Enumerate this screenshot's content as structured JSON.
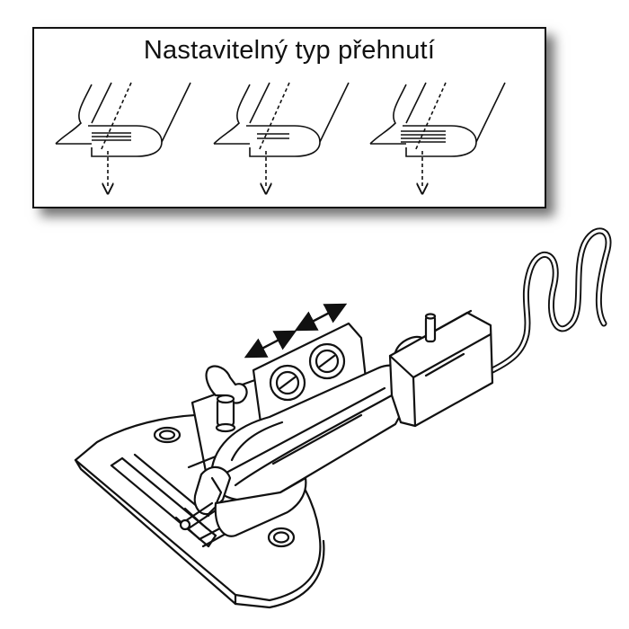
{
  "panel": {
    "title": "Nastavitelný typ přehnutí",
    "variants": [
      {
        "id": "fold-variant-1",
        "fold_layers": 3
      },
      {
        "id": "fold-variant-2",
        "fold_layers": 2
      },
      {
        "id": "fold-variant-3",
        "fold_layers": 4
      }
    ]
  },
  "illustration": {
    "subject": "binder-attachment",
    "arrow_count": 2,
    "screw_count": 2
  },
  "colors": {
    "line": "#111111",
    "background": "#ffffff",
    "shadow": "#555555"
  }
}
